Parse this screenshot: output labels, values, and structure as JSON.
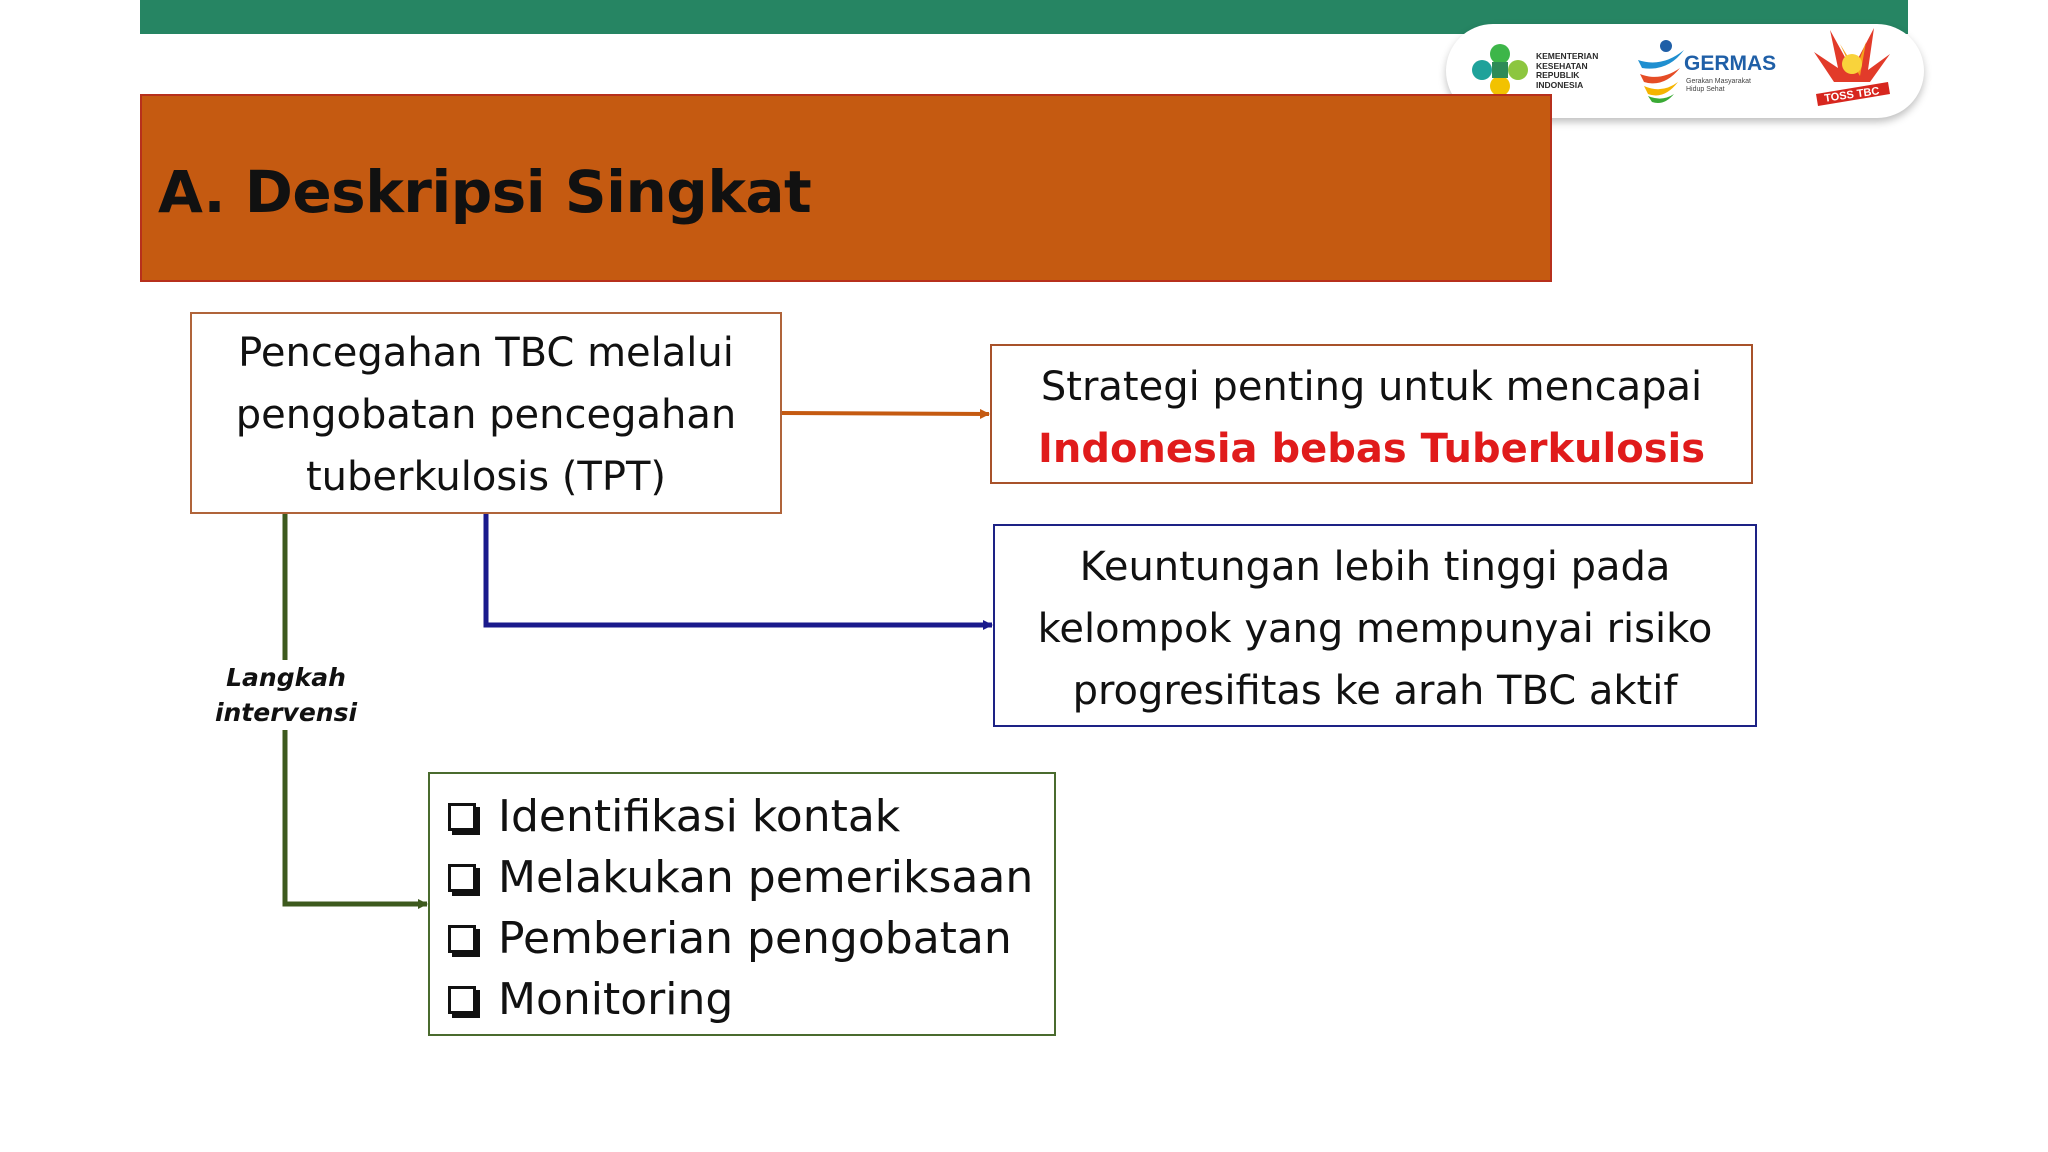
{
  "header": {
    "logos": {
      "kemenkes_text": "KEMENTERIAN\nKESEHATAN\nREPUBLIK\nINDONESIA",
      "germas_title": "GERMAS",
      "germas_subtitle": "Gerakan Masyarakat\nHidup Sehat",
      "toss_tbc_text": "TOSS TBC"
    },
    "bar_color": "#268563"
  },
  "section": {
    "title": "A. Deskripsi Singkat",
    "color": "#c55a11"
  },
  "diagram": {
    "source_box": {
      "lines": [
        "Pencegahan TBC melalui",
        "pengobatan pencegahan",
        "tuberkulosis (TPT)"
      ]
    },
    "strategy_box": {
      "line1": "Strategi penting untuk mencapai",
      "line2_highlight": "Indonesia bebas Tuberkulosis",
      "highlight_color": "#e01b1b"
    },
    "benefit_box": {
      "lines": [
        "Keuntungan lebih tinggi pada",
        "kelompok yang mempunyai risiko",
        "progresifitas ke arah TBC aktif"
      ]
    },
    "intervention_label": [
      "Langkah",
      "intervensi"
    ],
    "steps": [
      "Identifikasi kontak",
      "Melakukan pemeriksaan",
      "Pemberian pengobatan",
      "Monitoring"
    ],
    "arrow_colors": {
      "strategy": "#c55a11",
      "benefit": "#1a1a8c",
      "steps": "#3d5a1e"
    }
  }
}
